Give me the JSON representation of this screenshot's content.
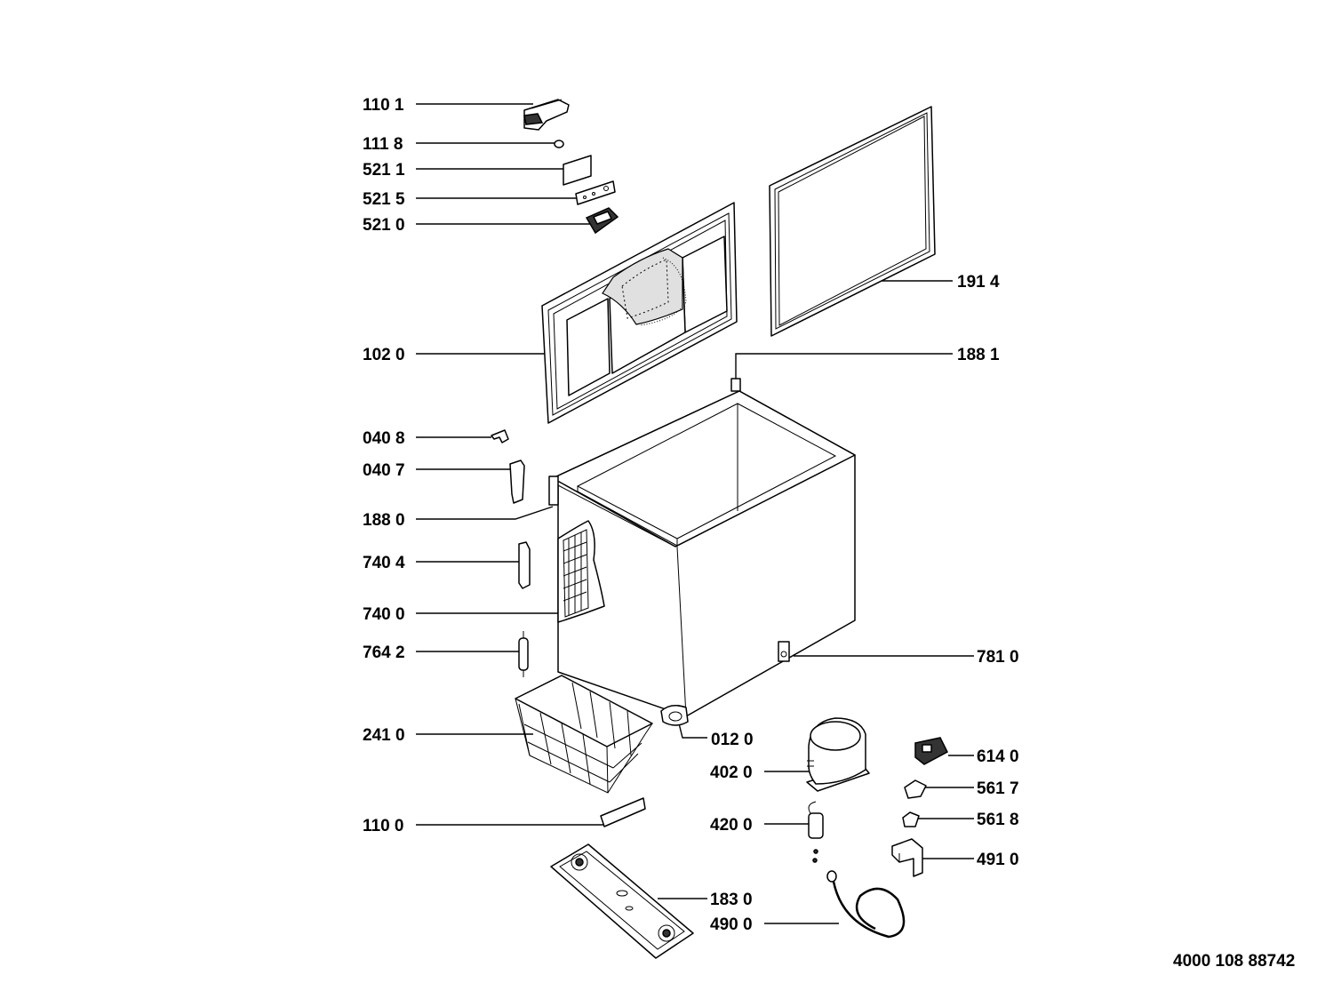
{
  "reference_number": "4000 108 88742",
  "labels": {
    "l1101": "110 1",
    "l1118": "111 8",
    "l5211": "521 1",
    "l5215": "521 5",
    "l5210": "521 0",
    "l1914": "191 4",
    "l1020": "102 0",
    "l1881": "188 1",
    "l0408": "040 8",
    "l0407": "040 7",
    "l1880": "188 0",
    "l7404": "740 4",
    "l7400": "740 0",
    "l7642": "764 2",
    "l7810": "781 0",
    "l2410": "241 0",
    "l0120": "012 0",
    "l6140": "614 0",
    "l4020": "402 0",
    "l5617": "561 7",
    "l5618": "561 8",
    "l1100": "110 0",
    "l4200": "420 0",
    "l4910": "491 0",
    "l1830": "183 0",
    "l4900": "490 0"
  }
}
